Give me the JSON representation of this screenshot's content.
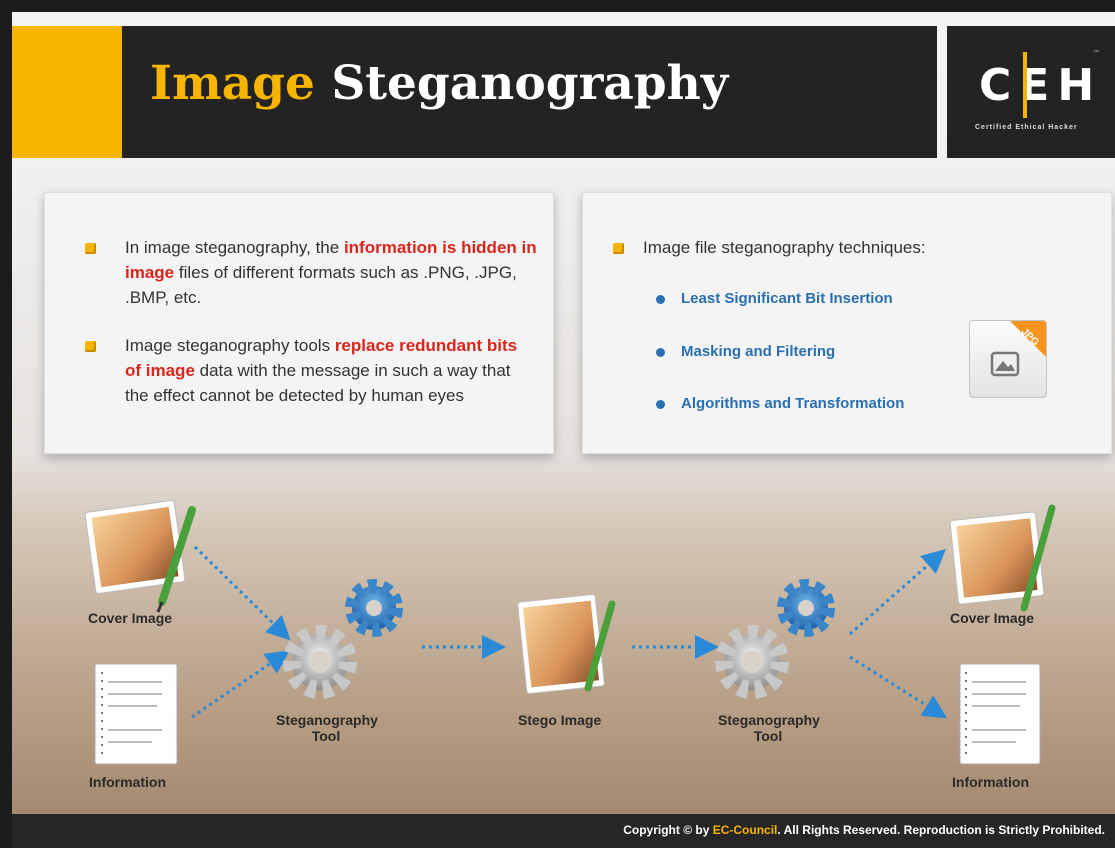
{
  "header": {
    "title_highlight": "Image",
    "title_rest": "Steganography",
    "logo": {
      "letters": "CEH",
      "tagline": "Certified  Ethical  Hacker"
    }
  },
  "left_panel": {
    "bullet1": {
      "pre": "In image steganography, the ",
      "highlight": "information is hidden in image",
      "post": " files of different formats such as .PNG, .JPG, .BMP, etc."
    },
    "bullet2": {
      "pre": "Image steganography tools ",
      "highlight": "replace redundant bits of image",
      "post": " data with the message in such a way that the effect cannot be detected by human eyes"
    }
  },
  "right_panel": {
    "heading": "Image file steganography techniques:",
    "techniques": [
      "Least Significant Bit Insertion",
      "Masking and Filtering",
      "Algorithms and Transformation"
    ],
    "icon_badge": "JPG"
  },
  "diagram": {
    "cover_image_in": "Cover Image",
    "information_in": "Information",
    "tool1": "Steganography Tool",
    "stego_image": "Stego Image",
    "tool2": "Steganography Tool",
    "cover_image_out": "Cover Image",
    "information_out": "Information"
  },
  "footer": {
    "copyright_pre": "Copyright © by ",
    "brand": "EC-Council",
    "copyright_post": ". All Rights Reserved. Reproduction is Strictly Prohibited."
  },
  "colors": {
    "accent": "#f7b500",
    "dark": "#232323",
    "highlight_red": "#d9261c",
    "link_blue": "#2a6fb0"
  }
}
